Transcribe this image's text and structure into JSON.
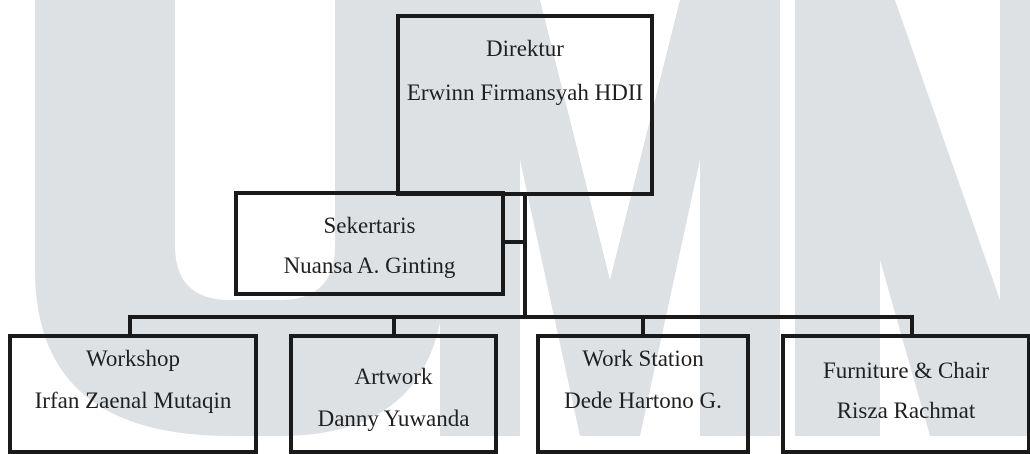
{
  "direktur": {
    "role": "Direktur",
    "name": "Erwinn Firmansyah HDII"
  },
  "sekretaris": {
    "role": "Sekertaris",
    "name": "Nuansa A. Ginting"
  },
  "departments": [
    {
      "role": "Workshop",
      "name": "Irfan Zaenal Mutaqin"
    },
    {
      "role": "Artwork",
      "name": "Danny Yuwanda"
    },
    {
      "role": "Work Station",
      "name": "Dede Hartono G."
    },
    {
      "role": "Furniture & Chair",
      "name": "Risza Rachmat"
    }
  ],
  "colors": {
    "line": "#1a1a1a",
    "text": "#1f1f1f",
    "watermark": "#dde1e4"
  }
}
